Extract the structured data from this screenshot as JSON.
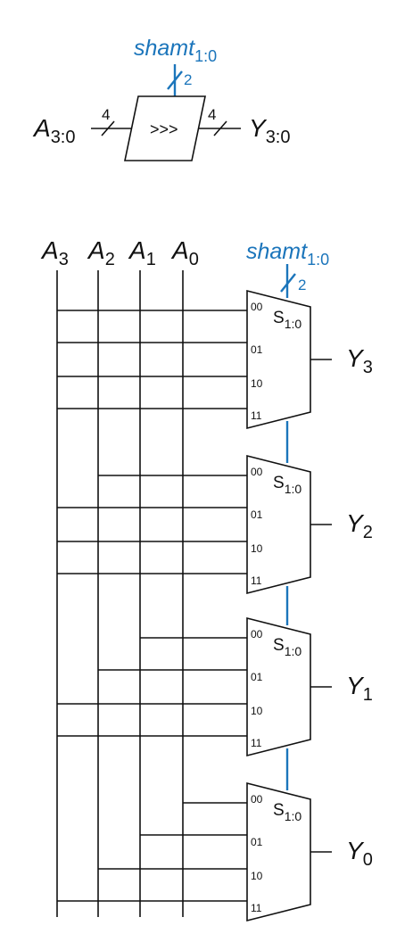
{
  "symbol": {
    "control_signal": "shamt",
    "control_subscript": "1:0",
    "control_width": "2",
    "input_name": "A",
    "input_subscript": "3:0",
    "input_width": "4",
    "operator": ">>>",
    "output_width": "4",
    "output_name": "Y",
    "output_subscript": "3:0"
  },
  "circuit": {
    "inputs": [
      {
        "name": "A",
        "sub": "3"
      },
      {
        "name": "A",
        "sub": "2"
      },
      {
        "name": "A",
        "sub": "1"
      },
      {
        "name": "A",
        "sub": "0"
      }
    ],
    "control_signal": "shamt",
    "control_subscript": "1:0",
    "control_width": "2",
    "select_name": "S",
    "select_subscript": "1:0",
    "mux_input_labels": [
      "00",
      "01",
      "10",
      "11"
    ],
    "outputs": [
      {
        "name": "Y",
        "sub": "3"
      },
      {
        "name": "Y",
        "sub": "2"
      },
      {
        "name": "Y",
        "sub": "1"
      },
      {
        "name": "Y",
        "sub": "0"
      }
    ]
  },
  "colors": {
    "wire": "#111111",
    "control": "#1b75bb"
  }
}
